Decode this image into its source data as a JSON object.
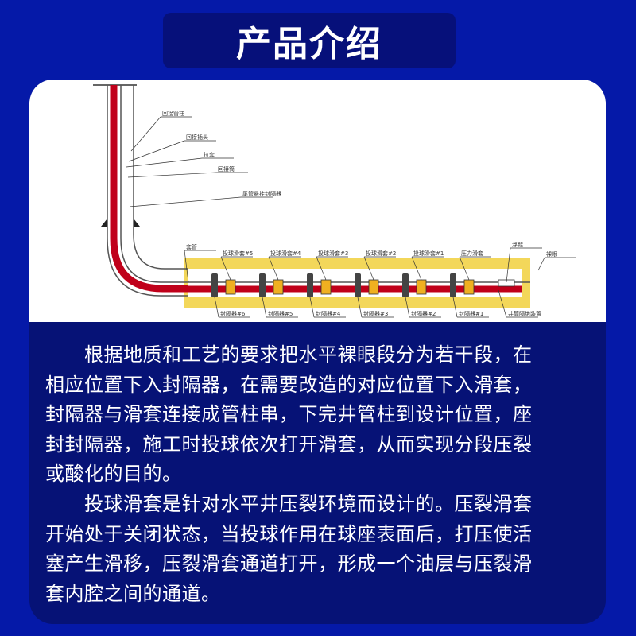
{
  "header": {
    "title": "产品介绍"
  },
  "diagram": {
    "vertical_labels": [
      "回接管柱",
      "回接插头",
      "拉套",
      "回接筒",
      "尾管悬挂封隔器"
    ],
    "casing_label": "套管",
    "sleeve_labels": [
      "投球滑套#5",
      "投球滑套#4",
      "投球滑套#3",
      "投球滑套#2",
      "投球滑套#1",
      "压力滑套"
    ],
    "packer_labels": [
      "封隔器#6",
      "封隔器#5",
      "封隔器#4",
      "封隔器#3",
      "封隔器#2",
      "封隔器#1"
    ],
    "float_shoe_label": "浮鞋",
    "open_hole_label": "裸眼",
    "isolation_label": "井筒隔绝装置"
  },
  "body": {
    "lines": [
      "　　根据地质和工艺的要求把水平裸眼段分为若干段，在",
      "相应位置下入封隔器，在需要改造的对应位置下入滑套，",
      "封隔器与滑套连接成管柱串，下完井管柱到设计位置，座",
      "封封隔器，施工时投球依次打开滑套，从而实现分段压裂",
      "或酸化的目的。",
      "　　投球滑套是针对水平井压裂环境而设计的。压裂滑套",
      "开始处于关闭状态，当投球作用在球座表面后，打压使活",
      "塞产生滑移，压裂滑套通道打开，形成一个油层与压裂滑",
      "套内腔之间的通道。"
    ]
  }
}
